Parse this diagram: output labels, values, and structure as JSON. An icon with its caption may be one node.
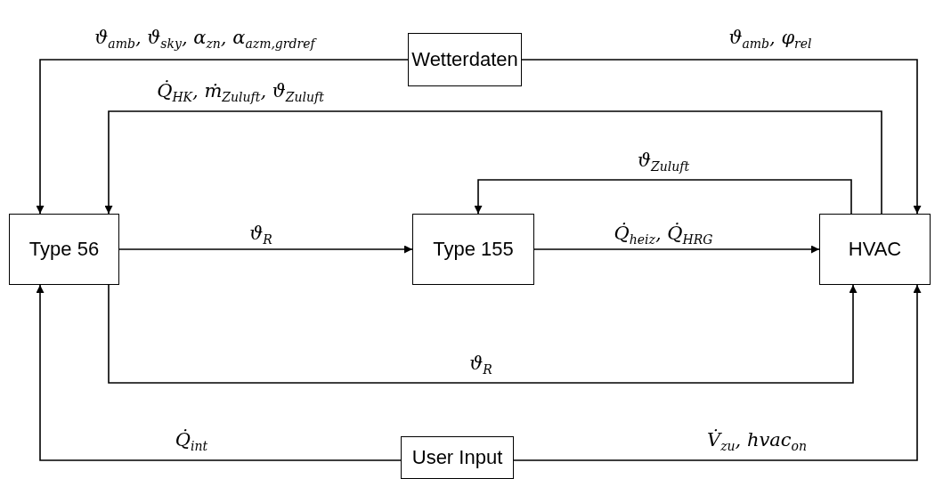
{
  "diagram": {
    "nodes": [
      {
        "text": [
          "Wetterdaten"
        ]
      },
      {
        "text": [
          "Type 56"
        ]
      },
      {
        "text": [
          "Type 155"
        ]
      },
      {
        "text": [
          "HVAC"
        ]
      },
      {
        "text": [
          "User Input"
        ]
      }
    ],
    "edges": [
      {
        "from": 0,
        "to": 1,
        "arrow": "to",
        "label": "ϑ$_{amb}$, ϑ$_{sky}$, α$_{zn}$, α$_{azm,grdref}$"
      },
      {
        "from": 0,
        "to": 3,
        "arrow": "to",
        "label": "ϑ$_{amb}$, φ$_{rel}$"
      },
      {
        "from": 3,
        "to": 1,
        "arrow": "to",
        "label": "Q̇$_{HK}$, ṁ$_{Zuluft}$, ϑ$_{Zuluft}$"
      },
      {
        "from": 3,
        "to": 2,
        "arrow": "to",
        "label": "ϑ$_{Zuluft}$"
      },
      {
        "from": 1,
        "to": 2,
        "arrow": "to",
        "label": "ϑ$_{R}$"
      },
      {
        "from": 2,
        "to": 3,
        "arrow": "to",
        "label": "Q̇$_{heiz}$, Q̇$_{HRG}$"
      },
      {
        "from": 1,
        "to": 3,
        "arrow": "to",
        "label": "ϑ$_{R}$"
      },
      {
        "from": 4,
        "to": 1,
        "arrow": "to",
        "label": "Q̇$_{int}$"
      },
      {
        "from": 4,
        "to": 3,
        "arrow": "to",
        "label": "V̇$_{zu}$, hvac$_{on}$"
      }
    ]
  }
}
